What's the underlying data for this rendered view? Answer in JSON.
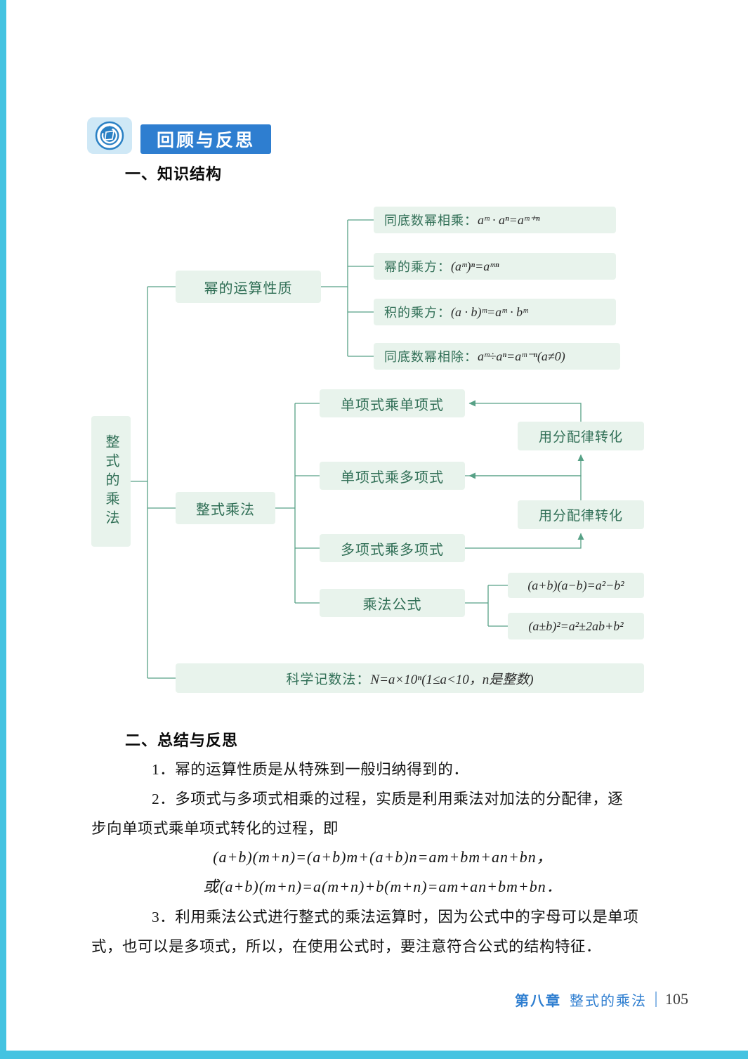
{
  "header": {
    "icon": "compass-review-icon",
    "banner": "回顾与反思"
  },
  "sections": {
    "knowledge_heading": "一、知识结构",
    "summary_heading": "二、总结与反思"
  },
  "diagram": {
    "root": "整式的乘法",
    "power": {
      "label": "幂的运算性质",
      "leaves": [
        {
          "label": "同底数幂相乘：",
          "formula": "aᵐ · aⁿ=aᵐ⁺ⁿ"
        },
        {
          "label": "幂的乘方：",
          "formula": "(aᵐ)ⁿ=aᵐⁿ"
        },
        {
          "label": "积的乘方：",
          "formula": "(a · b)ᵐ=aᵐ · bᵐ"
        },
        {
          "label": "同底数幂相除：",
          "formula": "aᵐ÷aⁿ=aᵐ⁻ⁿ(a≠0)"
        }
      ]
    },
    "multiply": {
      "label": "整式乘法",
      "leaves": [
        "单项式乘单项式",
        "单项式乘多项式",
        "多项式乘多项式",
        "乘法公式"
      ],
      "transforms": [
        "用分配律转化",
        "用分配律转化"
      ],
      "formulas": [
        "(a+b)(a−b)=a²−b²",
        "(a±b)²=a²±2ab+b²"
      ]
    },
    "scientific": {
      "label": "科学记数法：",
      "formula": "N=a×10ⁿ(1≤a<10，n是整数)"
    }
  },
  "summary": {
    "item1": "1．幂的运算性质是从特殊到一般归纳得到的．",
    "item2_line1": "2．多项式与多项式相乘的过程，实质是利用乘法对加法的分配律，逐",
    "item2_line2": "步向单项式乘单项式转化的过程，即",
    "eq1": "(a+b)(m+n)=(a+b)m+(a+b)n=am+bm+an+bn，",
    "eq2": "或(a+b)(m+n)=a(m+n)+b(m+n)=am+an+bm+bn．",
    "item3_line1": "3．利用乘法公式进行整式的乘法运算时，因为公式中的字母可以是单项",
    "item3_line2": "式，也可以是多项式，所以，在使用公式时，要注意符合公式的结构特征．"
  },
  "footer": {
    "chapter": "第八章",
    "chapter_title": "整式的乘法",
    "page_number": "105"
  },
  "colors": {
    "edge_cyan": "#44c3e1",
    "banner_blue": "#2e7ed0",
    "box_green_bg": "#e8f3ec",
    "box_text_green": "#2f6e55",
    "line_green": "#57a186",
    "footer_blue": "#2e7ed0"
  }
}
